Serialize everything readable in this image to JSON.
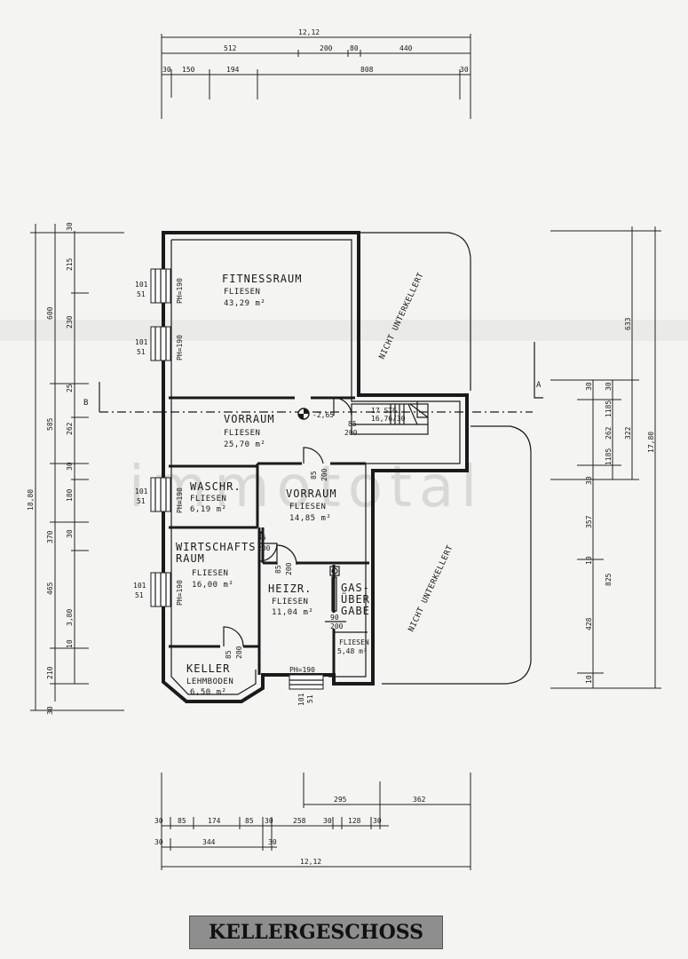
{
  "title": "KELLERGESCHOSS",
  "rooms": {
    "fitness": {
      "name": "FITNESSRAUM",
      "floor": "FLIESEN",
      "area": "43,29 m²"
    },
    "vorraum1": {
      "name": "VORRAUM",
      "floor": "FLIESEN",
      "area": "25,70 m²"
    },
    "waschr": {
      "name": "WASCHR.",
      "floor": "FLIESEN",
      "area": "6,19 m²"
    },
    "vorraum2": {
      "name": "VORRAUM",
      "floor": "FLIESEN",
      "area": "14,85 m²"
    },
    "wirtschaft": {
      "name1": "WIRTSCHAFTS-",
      "name2": "RAUM",
      "floor": "FLIESEN",
      "area": "16,00 m²"
    },
    "heiz": {
      "name": "HEIZR.",
      "floor": "FLIESEN",
      "area": "11,04 m²"
    },
    "gas": {
      "l1": "GAS-",
      "l2": "ÜBER",
      "l3": "GABE"
    },
    "small": {
      "floor": "FLIESEN",
      "area": "5,48 m²"
    },
    "keller": {
      "name": "KELLER",
      "floor": "LEHMBODEN",
      "area": "6,50 m²"
    }
  },
  "notes": {
    "nicht1": "NICHT UNTERKELLERT",
    "nicht2": "NICHT UNTERKELLERT",
    "level": "-2,65",
    "stairs1": "17 STG.",
    "stairs2": "16,76/30",
    "section_a": "A",
    "section_b": "B",
    "ph190": "PH=190",
    "win_101": "101",
    "win_51": "51",
    "door_85": "85",
    "door_200": "200",
    "door_90": "90"
  },
  "dims_top": {
    "total": "12,12",
    "r2": [
      "512",
      "200",
      "80",
      "440"
    ],
    "r3": [
      "30",
      "150",
      "194",
      "808",
      "30"
    ]
  },
  "dims_bottom": {
    "r1": [
      "295",
      "362"
    ],
    "r2": [
      "30",
      "85",
      "174",
      "85",
      "30",
      "258",
      "30",
      "128",
      "30"
    ],
    "r3": [
      "30",
      "344",
      "30"
    ],
    "total": "12,12"
  },
  "dims_left": {
    "outer": "18,80",
    "r2": [
      "600",
      "585",
      "370",
      "465",
      "210"
    ],
    "r3": [
      "30",
      "215",
      "230",
      "25",
      "262",
      "30",
      "180",
      "30",
      "3,80",
      "10",
      "30"
    ]
  },
  "dims_right": {
    "outer": "17,80",
    "r2": [
      "633",
      "322"
    ],
    "r3": [
      "30",
      "30",
      "1185",
      "262",
      "1185",
      "30",
      "357",
      "10",
      "825",
      "428",
      "10"
    ]
  },
  "watermark": "immototal"
}
